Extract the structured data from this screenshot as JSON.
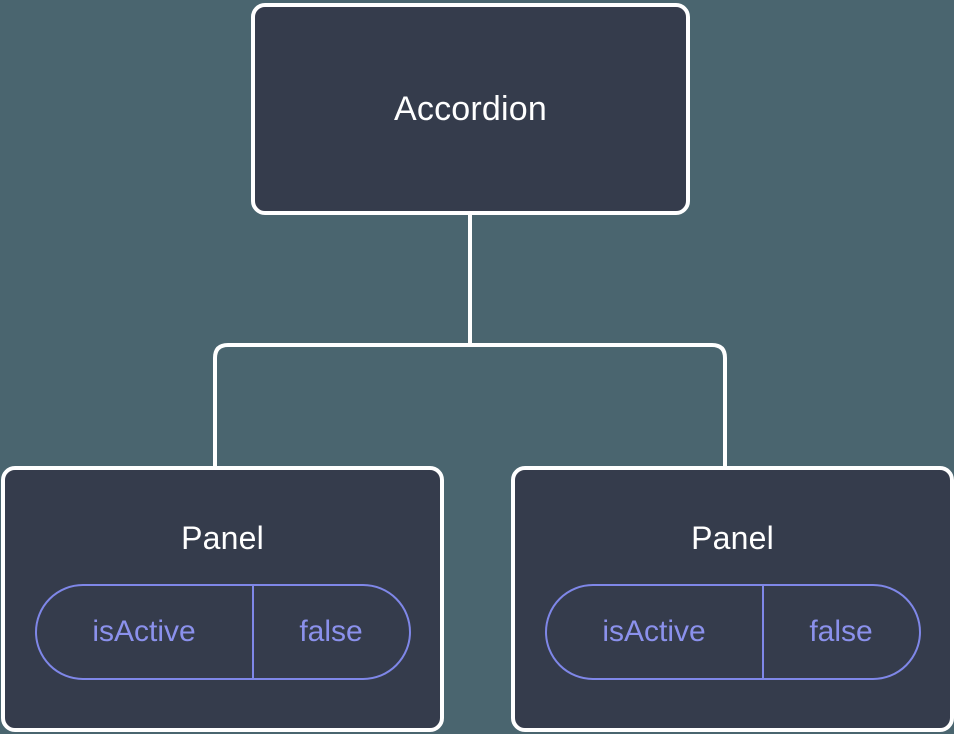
{
  "canvas": {
    "background_color": "#4a656f",
    "node_fill_color": "#353c4c",
    "node_border_color": "#ffffff",
    "node_text_color": "#ffffff",
    "prop_accent_color": "#8b91ec",
    "connector_color": "#ffffff"
  },
  "tree": {
    "root": {
      "title": "Accordion",
      "children": [
        {
          "title": "Panel",
          "props": [
            {
              "key": "isActive",
              "value": "false"
            }
          ]
        },
        {
          "title": "Panel",
          "props": [
            {
              "key": "isActive",
              "value": "false"
            }
          ]
        }
      ]
    }
  }
}
